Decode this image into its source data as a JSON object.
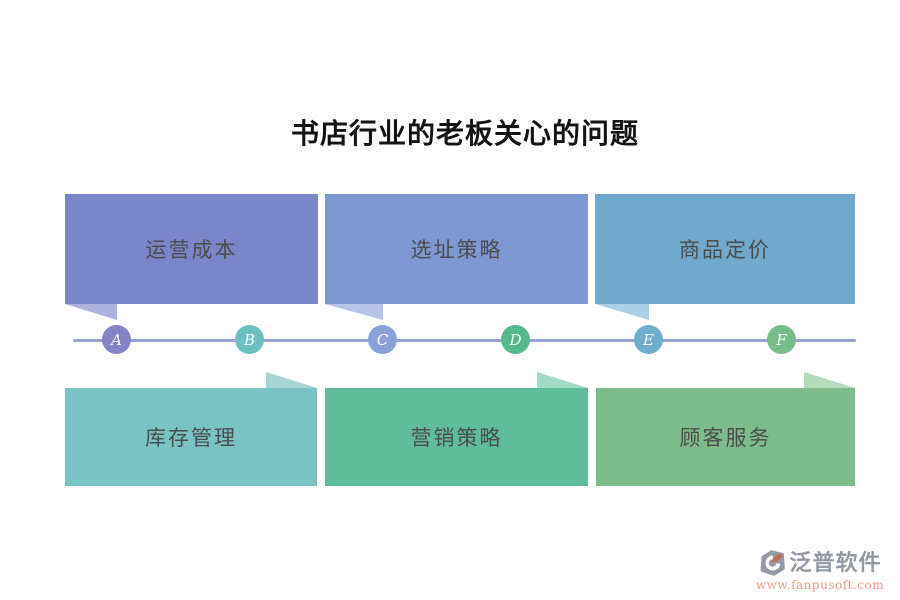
{
  "title": "书店行业的老板关心的问题",
  "timeline": {
    "line_color": "#96a3d9",
    "nodes": [
      {
        "label": "A",
        "color": "#8583c7"
      },
      {
        "label": "B",
        "color": "#6bbfc0"
      },
      {
        "label": "C",
        "color": "#8aa0d8"
      },
      {
        "label": "D",
        "color": "#55b98c"
      },
      {
        "label": "E",
        "color": "#6fadcf"
      },
      {
        "label": "F",
        "color": "#76bd89"
      }
    ]
  },
  "topics_top": [
    {
      "label": "运营成本",
      "color": "#7b85c9",
      "tail_color": "#abb2de"
    },
    {
      "label": "选址策略",
      "color": "#7e98d4",
      "tail_color": "#b6c4e8"
    },
    {
      "label": "商品定价",
      "color": "#70a9cd",
      "tail_color": "#add0e6"
    }
  ],
  "topics_bottom": [
    {
      "label": "库存管理",
      "color": "#7ac3c4",
      "tail_color": "#a6d5d6"
    },
    {
      "label": "营销策略",
      "color": "#5fbd9b",
      "tail_color": "#a3dcc6"
    },
    {
      "label": "顾客服务",
      "color": "#7cbd8b",
      "tail_color": "#b4dabc"
    }
  ],
  "footer": {
    "brand": "泛普软件",
    "url": "www.fanpusoft.com",
    "brand_color": "#9298a4",
    "url_color": "#e69a87"
  }
}
